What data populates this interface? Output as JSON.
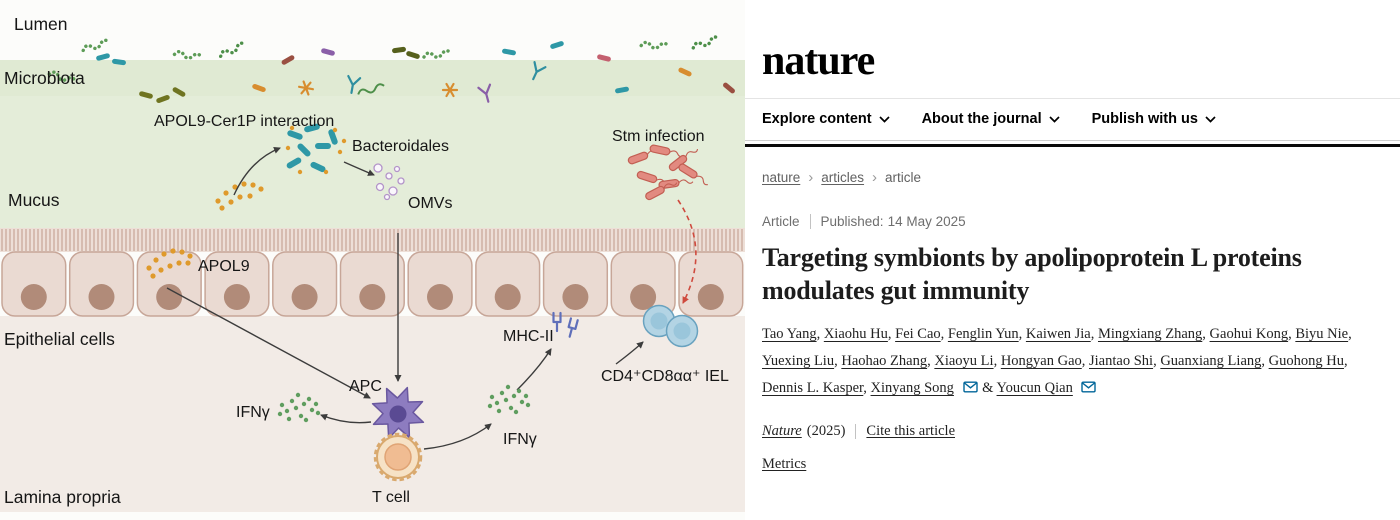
{
  "figure": {
    "labels": {
      "lumen": "Lumen",
      "microbiota": "Microbiota",
      "apol9_cer1p": "APOL9-Cer1P interaction",
      "bacteroidales": "Bacteroidales",
      "omvs": "OMVs",
      "stm_infection": "Stm infection",
      "mucus": "Mucus",
      "apol9": "APOL9",
      "epithelial_cells": "Epithelial cells",
      "mhc2": "MHC-II",
      "iel": "CD4⁺CD8αα⁺ IEL",
      "ifng_left": "IFNγ",
      "apc": "APC",
      "ifng_right": "IFNγ",
      "t_cell": "T cell",
      "lamina_propria": "Lamina propria"
    }
  },
  "journal": {
    "logo": "nature",
    "nav": {
      "items": [
        {
          "label": "Explore content"
        },
        {
          "label": "About the journal"
        },
        {
          "label": "Publish with us"
        }
      ]
    },
    "breadcrumb": {
      "items": [
        "nature",
        "articles",
        "article"
      ],
      "separator": "›"
    },
    "article": {
      "type_label": "Article",
      "published_label": "Published:",
      "published_date": "14 May 2025",
      "title": "Targeting symbionts by apolipoprotein L proteins modulates gut immunity",
      "authors": [
        {
          "name": "Tao Yang"
        },
        {
          "name": "Xiaohu Hu"
        },
        {
          "name": "Fei Cao"
        },
        {
          "name": "Fenglin Yun"
        },
        {
          "name": "Kaiwen Jia"
        },
        {
          "name": "Mingxiang Zhang"
        },
        {
          "name": "Gaohui Kong"
        },
        {
          "name": "Biyu Nie"
        },
        {
          "name": "Yuexing Liu"
        },
        {
          "name": "Haohao Zhang"
        },
        {
          "name": "Xiaoyu Li"
        },
        {
          "name": "Hongyan Gao"
        },
        {
          "name": "Jiantao Shi"
        },
        {
          "name": "Guanxiang Liang"
        },
        {
          "name": "Guohong Hu"
        },
        {
          "name": "Dennis L. Kasper"
        },
        {
          "name": "Xinyang Song",
          "corresponding": true
        },
        {
          "name": "Youcun Qian",
          "corresponding": true
        }
      ],
      "journal_name": "Nature",
      "year_text": "(2025)",
      "cite_label": "Cite this article",
      "metrics_label": "Metrics"
    },
    "colors": {
      "header_rule": "#0a0a0a",
      "link_gray": "#616161",
      "envelope_blue": "#006699"
    }
  }
}
